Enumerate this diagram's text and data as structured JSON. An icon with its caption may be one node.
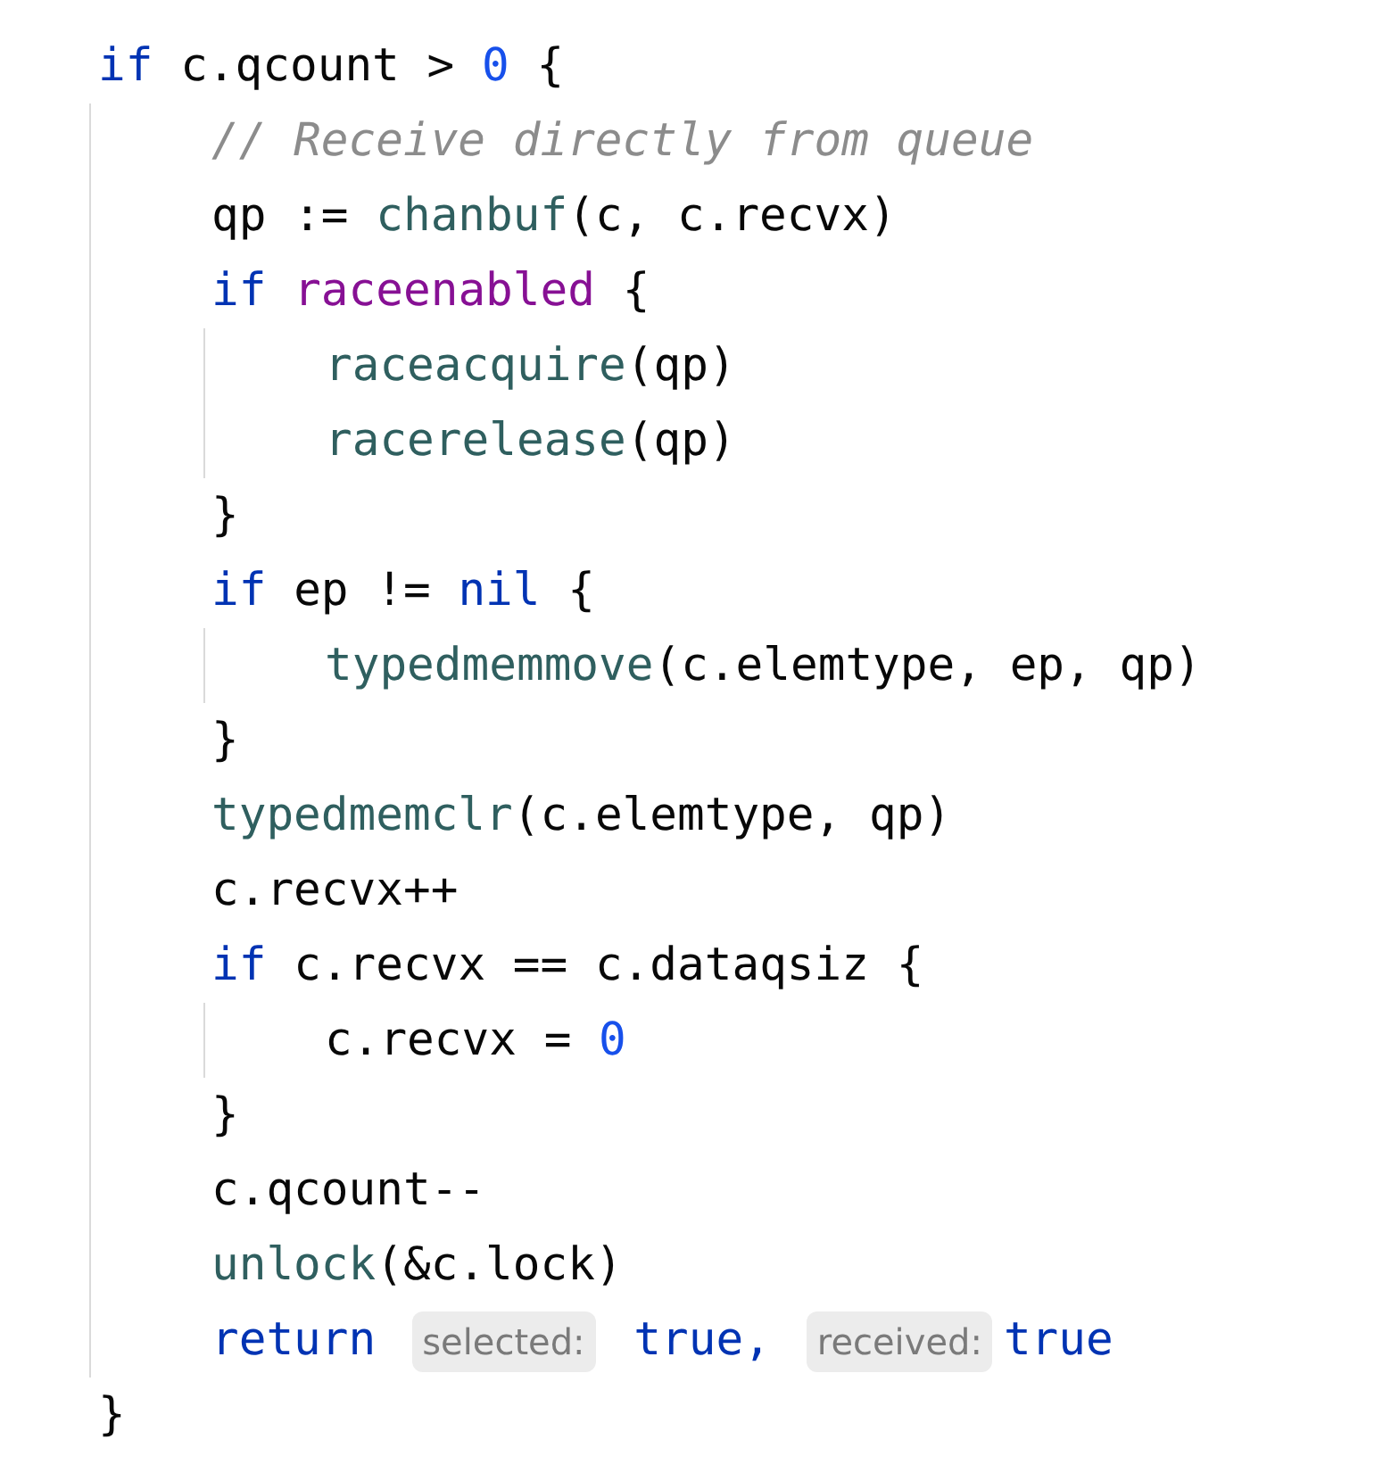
{
  "diagram": {
    "labels": [
      "if",
      "c.qcount >",
      "0",
      "{",
      "// Receive directly from queue",
      "qp :=",
      "chanbuf",
      "(c, c.recvx)",
      "if",
      "raceenabled",
      "{",
      "raceacquire",
      "(qp)",
      "racerelease",
      "(qp)",
      "}",
      "if",
      "ep !=",
      "nil",
      "{",
      "typedmemmove",
      "(c.elemtype, ep, qp)",
      "}",
      "typedmemclr",
      "(c.elemtype, qp)",
      "c.recvx++",
      "if",
      "c.recvx == c.dataqsiz {",
      "c.recvx =",
      "0",
      "}",
      "c.qcount--",
      "unlock",
      "(&c.lock)",
      "return",
      "selected:",
      "true,",
      "received:",
      "true",
      "}"
    ]
  }
}
